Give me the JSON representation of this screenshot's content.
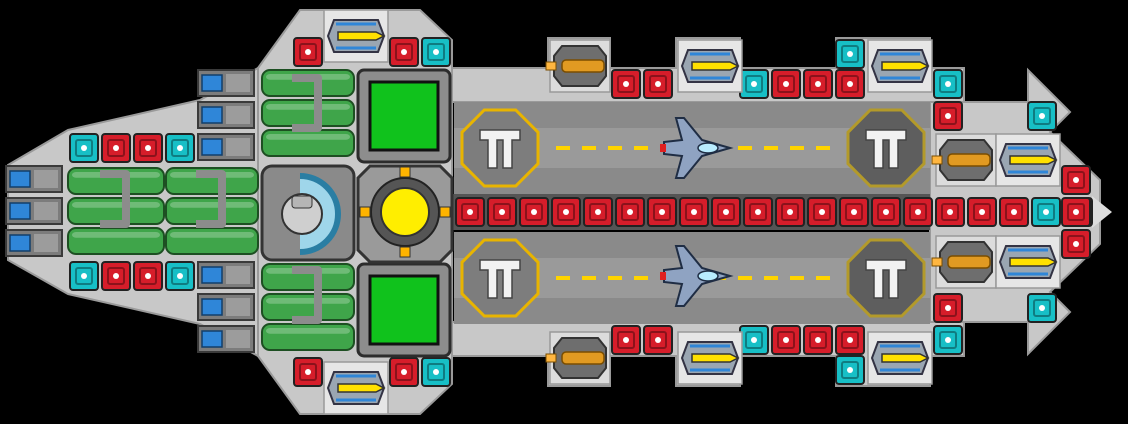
{
  "scene": {
    "name": "ship-builder-top-down-view",
    "background": "#000000"
  },
  "palette": {
    "hull": "#c8c8c8",
    "hull_edge": "#9a9a9a",
    "deck_dark": "#6f6f6f",
    "deck_mid": "#8a8a8a",
    "tile_red": "#d61d2a",
    "tile_cyan": "#17bfc6",
    "tank_green": "#3fa54a",
    "screen_green": "#10c21c",
    "reactor_yellow": "#ffee00",
    "pad_gold": "#e8b400",
    "runway_dash": "#ffd400",
    "turret_orange": "#e19a22",
    "thruster_blue": "#2f86d8"
  },
  "components": {
    "hangars": [
      {
        "name": "upper-hangar-bay",
        "pads": [
          "launch-pad",
          "landing-pad"
        ],
        "has_fighter": true
      },
      {
        "name": "lower-hangar-bay",
        "pads": [
          "launch-pad",
          "landing-pad"
        ],
        "has_fighter": true
      }
    ],
    "rear_thruster_count": 9,
    "side_turret_count": 10,
    "power_screen_count": 2,
    "reactor_count": 1,
    "bridge_count": 1
  }
}
